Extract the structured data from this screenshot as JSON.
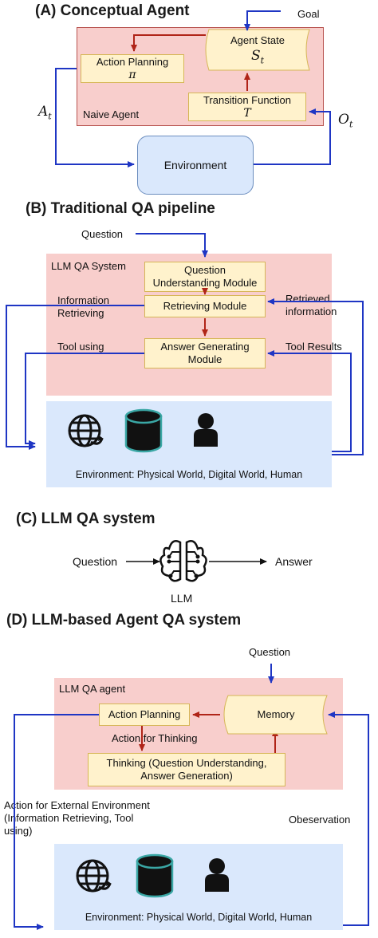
{
  "colors": {
    "pink": "#f8cecc",
    "pink_border": "#b85450",
    "blue_env": "#dae8fc",
    "yellow_box": "#fff2cc",
    "yellow_border": "#d6b656",
    "arrow_blue": "#1f36c4",
    "arrow_red": "#b02418",
    "icon_teal": "#3aa7a5"
  },
  "panel_a": {
    "title": "(A) Conceptual Agent",
    "goal": "Goal",
    "agent_state": "Agent State",
    "agent_state_symbol": "S",
    "agent_state_sub": "t",
    "action_planning": "Action Planning",
    "action_planning_symbol": "π",
    "transition_function": "Transition Function",
    "transition_symbol": "T",
    "naive_agent": "Naive Agent",
    "environment": "Environment",
    "action_symbol": "A",
    "action_sub": "t",
    "obs_symbol": "O",
    "obs_sub": "t"
  },
  "panel_b": {
    "title": "(B) Traditional QA pipeline",
    "question": "Question",
    "system_label": "LLM QA System",
    "qu_module_1": "Question",
    "qu_module_2": "Understanding Module",
    "retrieving_module": "Retrieving Module",
    "answer_module_1": "Answer Generating",
    "answer_module_2": "Module",
    "info_retrieving_1": "Information",
    "info_retrieving_2": "Retrieving",
    "retrieved_info_1": "Retrieved",
    "retrieved_info_2": "information",
    "tool_using": "Tool using",
    "tool_results": "Tool Results",
    "environment": "Environment: Physical World, Digital World, Human"
  },
  "panel_c": {
    "title": "(C) LLM QA system",
    "question": "Question",
    "answer": "Answer",
    "llm": "LLM"
  },
  "panel_d": {
    "title": "(D) LLM-based Agent QA system",
    "question": "Question",
    "agent_label": "LLM QA agent",
    "action_planning": "Action Planning",
    "memory": "Memory",
    "action_for_thinking": "Action for Thinking",
    "thinking_1": "Thinking (Question Understanding,",
    "thinking_2": "Answer Generation)",
    "external_1": "Action for External Environment",
    "external_2": "(Information Retrieving, Tool",
    "external_3": "using)",
    "observation": "Obeservation",
    "environment": "Environment: Physical World, Digital World, Human"
  }
}
